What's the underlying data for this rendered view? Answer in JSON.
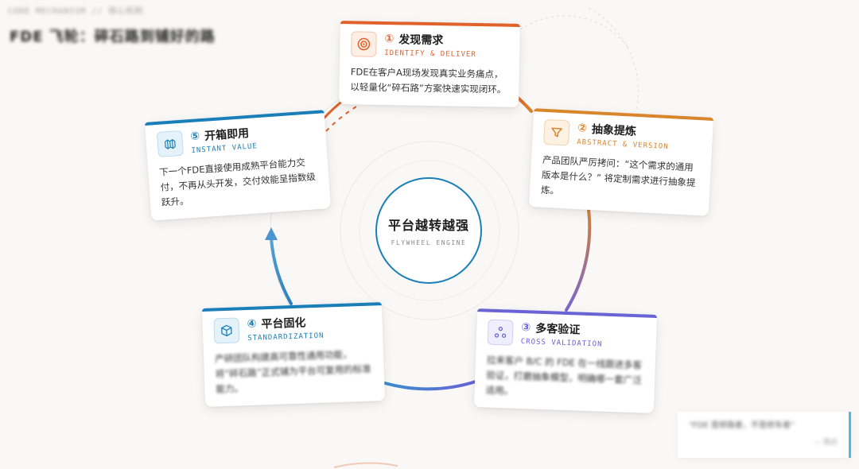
{
  "header": {
    "kicker": "CORE MECHANISM // 核心机制",
    "title": "FDE 飞轮：碎石路到铺好的路"
  },
  "center": {
    "title": "平台越转越强",
    "subtitle": "FLYWHEEL ENGINE"
  },
  "stages": [
    {
      "num": "①",
      "title": "发现需求",
      "subtitle": "IDENTIFY & DELIVER",
      "desc": "FDE在客户A现场发现真实业务痛点，以轻量化“碎石路”方案快速实现闭环。",
      "icon": "target-icon",
      "color": "#e0612a"
    },
    {
      "num": "②",
      "title": "抽象提炼",
      "subtitle": "ABSTRACT & VERSION",
      "desc": "产品团队严厉拷问：“这个需求的通用版本是什么？” 将定制需求进行抽象提炼。",
      "icon": "filter-icon",
      "color": "#d9852a"
    },
    {
      "num": "③",
      "title": "多客验证",
      "subtitle": "CROSS VALIDATION",
      "desc": "拉来客户 B/C 的 FDE 在一线跟进多客验证，打磨抽象模型，明确哪一套广泛适用。",
      "icon": "network-icon",
      "color": "#6a63d6"
    },
    {
      "num": "④",
      "title": "平台固化",
      "subtitle": "STANDARDIZATION",
      "desc": "产研团队构建高可靠性通用功能，将“碎石路”正式铺为平台可复用的标准能力。",
      "icon": "cube-icon",
      "color": "#1a7fb8"
    },
    {
      "num": "⑤",
      "title": "开箱即用",
      "subtitle": "INSTANT VALUE",
      "desc": "下一个FDE直接使用成熟平台能力交付，不再从头开发，交付效能呈指数级跃升。",
      "icon": "box-icon",
      "color": "#1a7fb8"
    }
  ],
  "quote": {
    "text": "“FDE 是修路者，不是修车者”",
    "author": "— 观点"
  }
}
